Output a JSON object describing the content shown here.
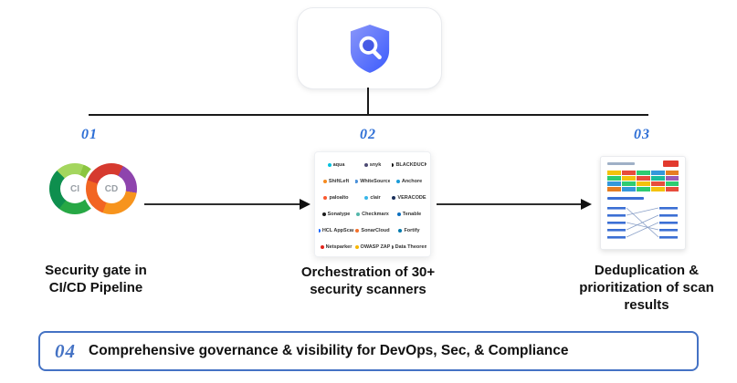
{
  "colors": {
    "accent": "#2e6fd6",
    "banner-border": "#4472c4",
    "line": "#1a1a1a"
  },
  "icons": {
    "logo": "shield-magnifier",
    "step1": "cicd-infinity-loop",
    "connector": "arrow-right"
  },
  "cicd": {
    "ci": "CI",
    "cd": "CD"
  },
  "steps": [
    {
      "number": "01",
      "caption": "Security gate in CI/CD Pipeline"
    },
    {
      "number": "02",
      "caption": "Orchestration of 30+ security scanners"
    },
    {
      "number": "03",
      "caption": "Deduplication & prioritization of scan results"
    }
  ],
  "banner": {
    "number": "04",
    "text": "Comprehensive governance & visibility for DevOps, Sec, & Compliance"
  },
  "scanners": [
    {
      "name": "aqua",
      "color": "#00c1de"
    },
    {
      "name": "snyk",
      "color": "#4c4a73"
    },
    {
      "name": "BLACKDUCK",
      "color": "#111111"
    },
    {
      "name": "ShiftLeft",
      "color": "#f68b1f"
    },
    {
      "name": "WhiteSource",
      "color": "#4a90d9"
    },
    {
      "name": "Anchore",
      "color": "#1b9bd8"
    },
    {
      "name": "paloalto",
      "color": "#fa582d"
    },
    {
      "name": "clair",
      "color": "#38b6e8"
    },
    {
      "name": "VERACODE",
      "color": "#1a2f5a"
    },
    {
      "name": "Sonatype",
      "color": "#1b1b1b"
    },
    {
      "name": "Checkmarx",
      "color": "#54b7ab"
    },
    {
      "name": "Tenable",
      "color": "#0b6fbf"
    },
    {
      "name": "HCL AppScan",
      "color": "#0f62fe"
    },
    {
      "name": "SonarCloud",
      "color": "#f3702a"
    },
    {
      "name": "Fortify",
      "color": "#0079ad"
    },
    {
      "name": "Netsparker",
      "color": "#e2231a"
    },
    {
      "name": "OWASP ZAP",
      "color": "#f7b500"
    },
    {
      "name": "Data Theorem",
      "color": "#5b5b5b"
    }
  ]
}
